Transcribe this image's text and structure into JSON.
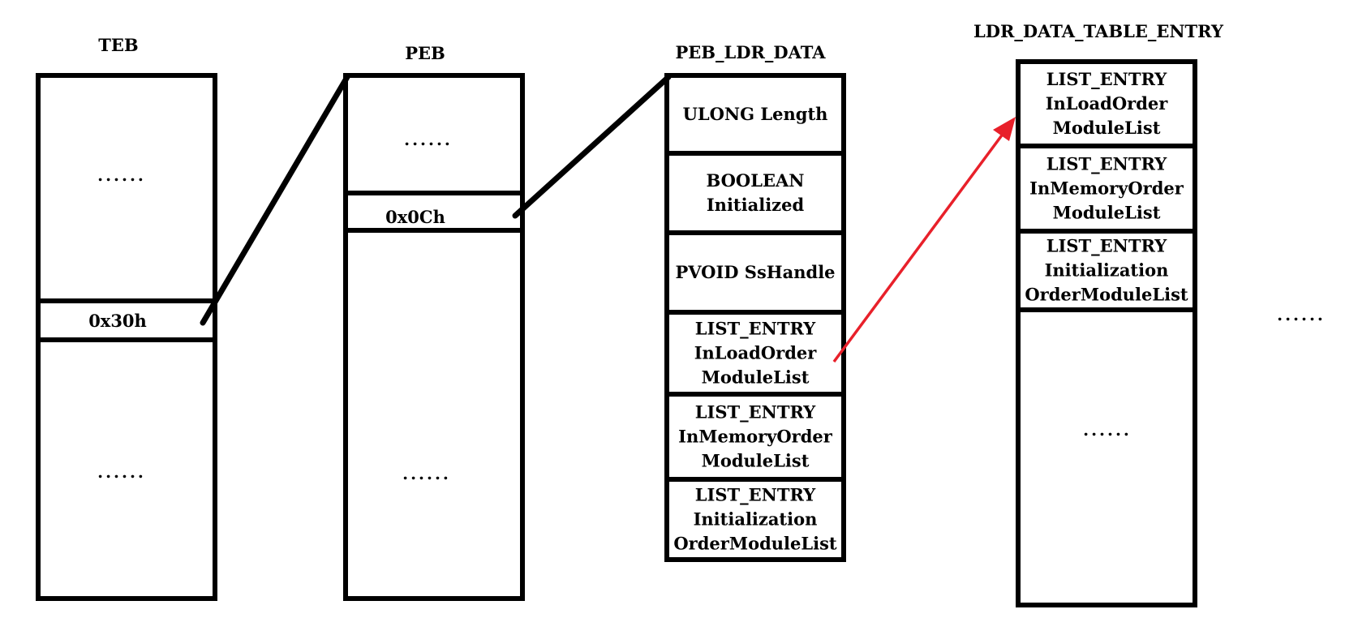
{
  "structures": {
    "teb": {
      "title": "TEB",
      "top_dots": "......",
      "field": "0x30h",
      "bottom_dots": "......"
    },
    "peb": {
      "title": "PEB",
      "top_dots": "......",
      "field": "0x0Ch",
      "bottom_dots": "......"
    },
    "peb_ldr_data": {
      "title": "PEB_LDR_DATA",
      "fields": [
        {
          "lines": [
            "ULONG Length"
          ]
        },
        {
          "lines": [
            "BOOLEAN",
            "Initialized"
          ]
        },
        {
          "lines": [
            "PVOID SsHandle"
          ]
        },
        {
          "lines": [
            "LIST_ENTRY",
            "InLoadOrder",
            "ModuleList"
          ]
        },
        {
          "lines": [
            "LIST_ENTRY",
            "InMemoryOrder",
            "ModuleList"
          ]
        },
        {
          "lines": [
            "LIST_ENTRY",
            "Initialization",
            "OrderModuleList"
          ]
        }
      ]
    },
    "ldr_data_table_entry": {
      "title": "LDR_DATA_TABLE_ENTRY",
      "fields": [
        {
          "lines": [
            "LIST_ENTRY",
            "InLoadOrder",
            "ModuleList"
          ]
        },
        {
          "lines": [
            "LIST_ENTRY",
            "InMemoryOrder",
            "ModuleList"
          ]
        },
        {
          "lines": [
            "LIST_ENTRY",
            "Initialization",
            "OrderModuleList"
          ]
        }
      ],
      "bottom_dots": "......"
    }
  },
  "trailing_dots": "......",
  "colors": {
    "line": "#000000",
    "arrow": "#e8202a",
    "background": "#ffffff"
  }
}
